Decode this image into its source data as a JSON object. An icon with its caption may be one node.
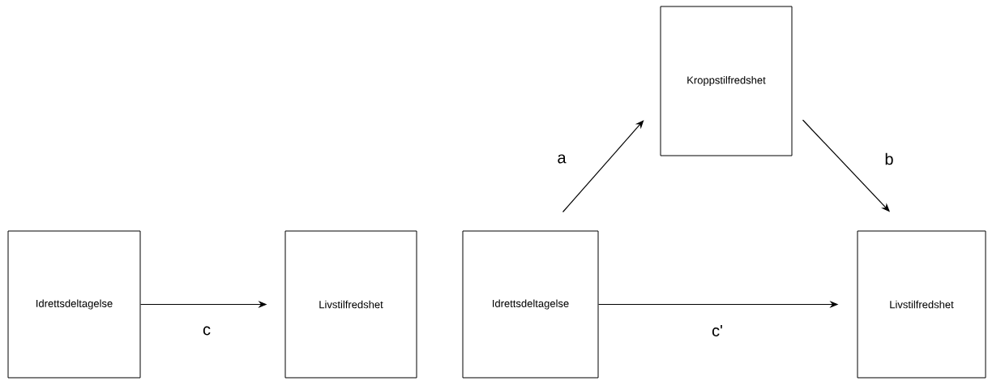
{
  "diagram": {
    "nodes": [
      {
        "text": [
          "Idrettsdeltagelse"
        ]
      },
      {
        "text": [
          "Livstilfredshet"
        ]
      },
      {
        "text": [
          "Idrettsdeltagelse"
        ]
      },
      {
        "text": [
          "Kroppstilfredshet"
        ]
      },
      {
        "text": [
          "Livstilfredshet"
        ]
      }
    ],
    "edges": [
      {
        "from": 0,
        "to": 1,
        "arrow": "to",
        "label": "c"
      },
      {
        "from": 2,
        "to": 3,
        "arrow": "to",
        "label": "a"
      },
      {
        "from": 3,
        "to": 4,
        "arrow": "to",
        "label": "b"
      },
      {
        "from": 2,
        "to": 4,
        "arrow": "to",
        "label": "c'"
      }
    ]
  }
}
